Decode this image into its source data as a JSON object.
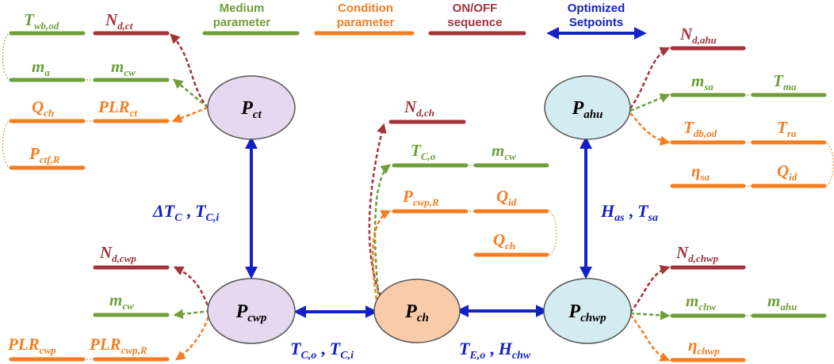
{
  "colors": {
    "medium": "#6f9e3b",
    "condition": "#f57d20",
    "onoff": "#a3333a",
    "setpoint": "#1221c6",
    "node_ct": "#e4d9ee",
    "node_cwp": "#e4d9ee",
    "node_ch": "#f9cba8",
    "node_ahu": "#d3ecf2",
    "node_chwp": "#d3ecf2"
  },
  "legend": {
    "medium": [
      "Medium",
      "parameter"
    ],
    "condition": [
      "Condition",
      "parameter"
    ],
    "onoff": [
      "ON/OFF",
      "sequence"
    ],
    "setpoint": [
      "Optimized",
      "Setpoints"
    ]
  },
  "nodes": {
    "ct": {
      "main": "P",
      "sub": "ct"
    },
    "cwp": {
      "main": "P",
      "sub": "cwp"
    },
    "ch": {
      "main": "P",
      "sub": "ch"
    },
    "ahu": {
      "main": "P",
      "sub": "ahu"
    },
    "chwp": {
      "main": "P",
      "sub": "chwp"
    }
  },
  "params": {
    "ct_twb_od": {
      "main": "T",
      "sub": "wb,od"
    },
    "ct_nd": {
      "main": "N",
      "sub": "d,ct"
    },
    "ct_ma": {
      "main": "m",
      "sub": "a"
    },
    "ct_mcw": {
      "main": "m",
      "sub": "cw"
    },
    "ct_qch": {
      "main": "Q",
      "sub": "ch"
    },
    "ct_plr": {
      "main": "PLR",
      "sub": "ct"
    },
    "ct_pctf": {
      "main": "P",
      "sub": "ctf,R"
    },
    "ch_nd": {
      "main": "N",
      "sub": "d,ch"
    },
    "ch_tco": {
      "main": "T",
      "sub": "C,o"
    },
    "ch_mcw": {
      "main": "m",
      "sub": "cw"
    },
    "ch_pcwp": {
      "main": "P",
      "sub": "cwp,R"
    },
    "ch_qid": {
      "main": "Q",
      "sub": "id"
    },
    "ch_qch": {
      "main": "Q",
      "sub": "ch"
    },
    "ahu_nd": {
      "main": "N",
      "sub": "d,ahu"
    },
    "ahu_msa": {
      "main": "m",
      "sub": "sa"
    },
    "ahu_tma": {
      "main": "T",
      "sub": "ma"
    },
    "ahu_tdb": {
      "main": "T",
      "sub": "db,od"
    },
    "ahu_tra": {
      "main": "T",
      "sub": "ra"
    },
    "ahu_eta": {
      "main": "η",
      "sub": "sa"
    },
    "ahu_qid": {
      "main": "Q",
      "sub": "id"
    },
    "cwp_nd": {
      "main": "N",
      "sub": "d,cwp"
    },
    "cwp_mcw": {
      "main": "m",
      "sub": "cw"
    },
    "cwp_plr": {
      "main": "PLR",
      "sub": "cwp"
    },
    "cwp_plrr": {
      "main": "PLR",
      "sub": "cwp,R"
    },
    "chwp_nd": {
      "main": "N",
      "sub": "d,chwp"
    },
    "chwp_mchw": {
      "main": "m",
      "sub": "chw"
    },
    "chwp_mahu": {
      "main": "m",
      "sub": "ahu"
    },
    "chwp_eta": {
      "main": "η",
      "sub": "chwp"
    }
  },
  "links": {
    "ct_cwp": {
      "a_main": "ΔT",
      "a_sub": "C",
      "sep": " , ",
      "b_main": "T",
      "b_sub": "C,i"
    },
    "ahu_chwp": {
      "a_main": "H",
      "a_sub": "as",
      "sep": " , ",
      "b_main": "T",
      "b_sub": "sa"
    },
    "cwp_ch": {
      "a_main": "T",
      "a_sub": "C,o",
      "sep": " , ",
      "b_main": "T",
      "b_sub": "C,i"
    },
    "ch_chwp": {
      "a_main": "T",
      "a_sub": "E,o",
      "sep": " , ",
      "b_main": "H",
      "b_sub": "chw"
    }
  }
}
